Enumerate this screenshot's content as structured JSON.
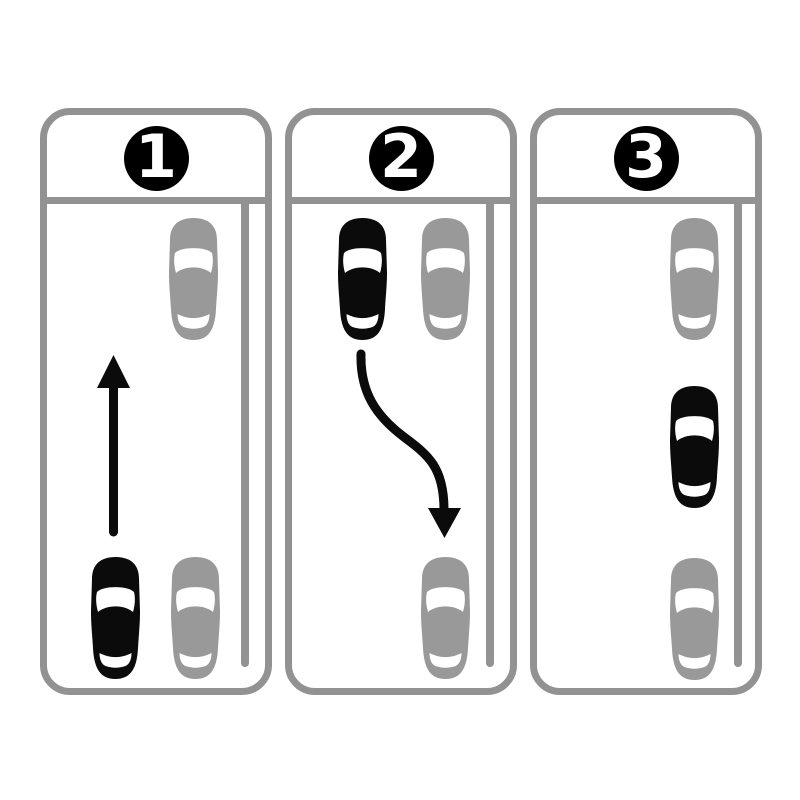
{
  "diagram": {
    "kind": "parallel-parking-steps",
    "background": "#ffffff",
    "colors": {
      "outline": "#929292",
      "car_gray": "#999999",
      "car_black": "#0b0b0b",
      "arrow": "#0b0b0b",
      "badge_bg": "#000000",
      "badge_text": "#ffffff"
    }
  },
  "panels": [
    {
      "step": "1",
      "arrow": "straight-up-arrow",
      "cars": [
        {
          "color": "gray",
          "position": "top-right"
        },
        {
          "color": "black",
          "position": "bottom-left"
        },
        {
          "color": "gray",
          "position": "bottom-right"
        }
      ]
    },
    {
      "step": "2",
      "arrow": "reverse-s-curve-down-arrow",
      "cars": [
        {
          "color": "black",
          "position": "top-left"
        },
        {
          "color": "gray",
          "position": "top-right"
        },
        {
          "color": "gray",
          "position": "bottom-right"
        }
      ]
    },
    {
      "step": "3",
      "arrow": "none",
      "cars": [
        {
          "color": "gray",
          "position": "top-right"
        },
        {
          "color": "black",
          "position": "middle-right"
        },
        {
          "color": "gray",
          "position": "bottom-right"
        }
      ]
    }
  ]
}
